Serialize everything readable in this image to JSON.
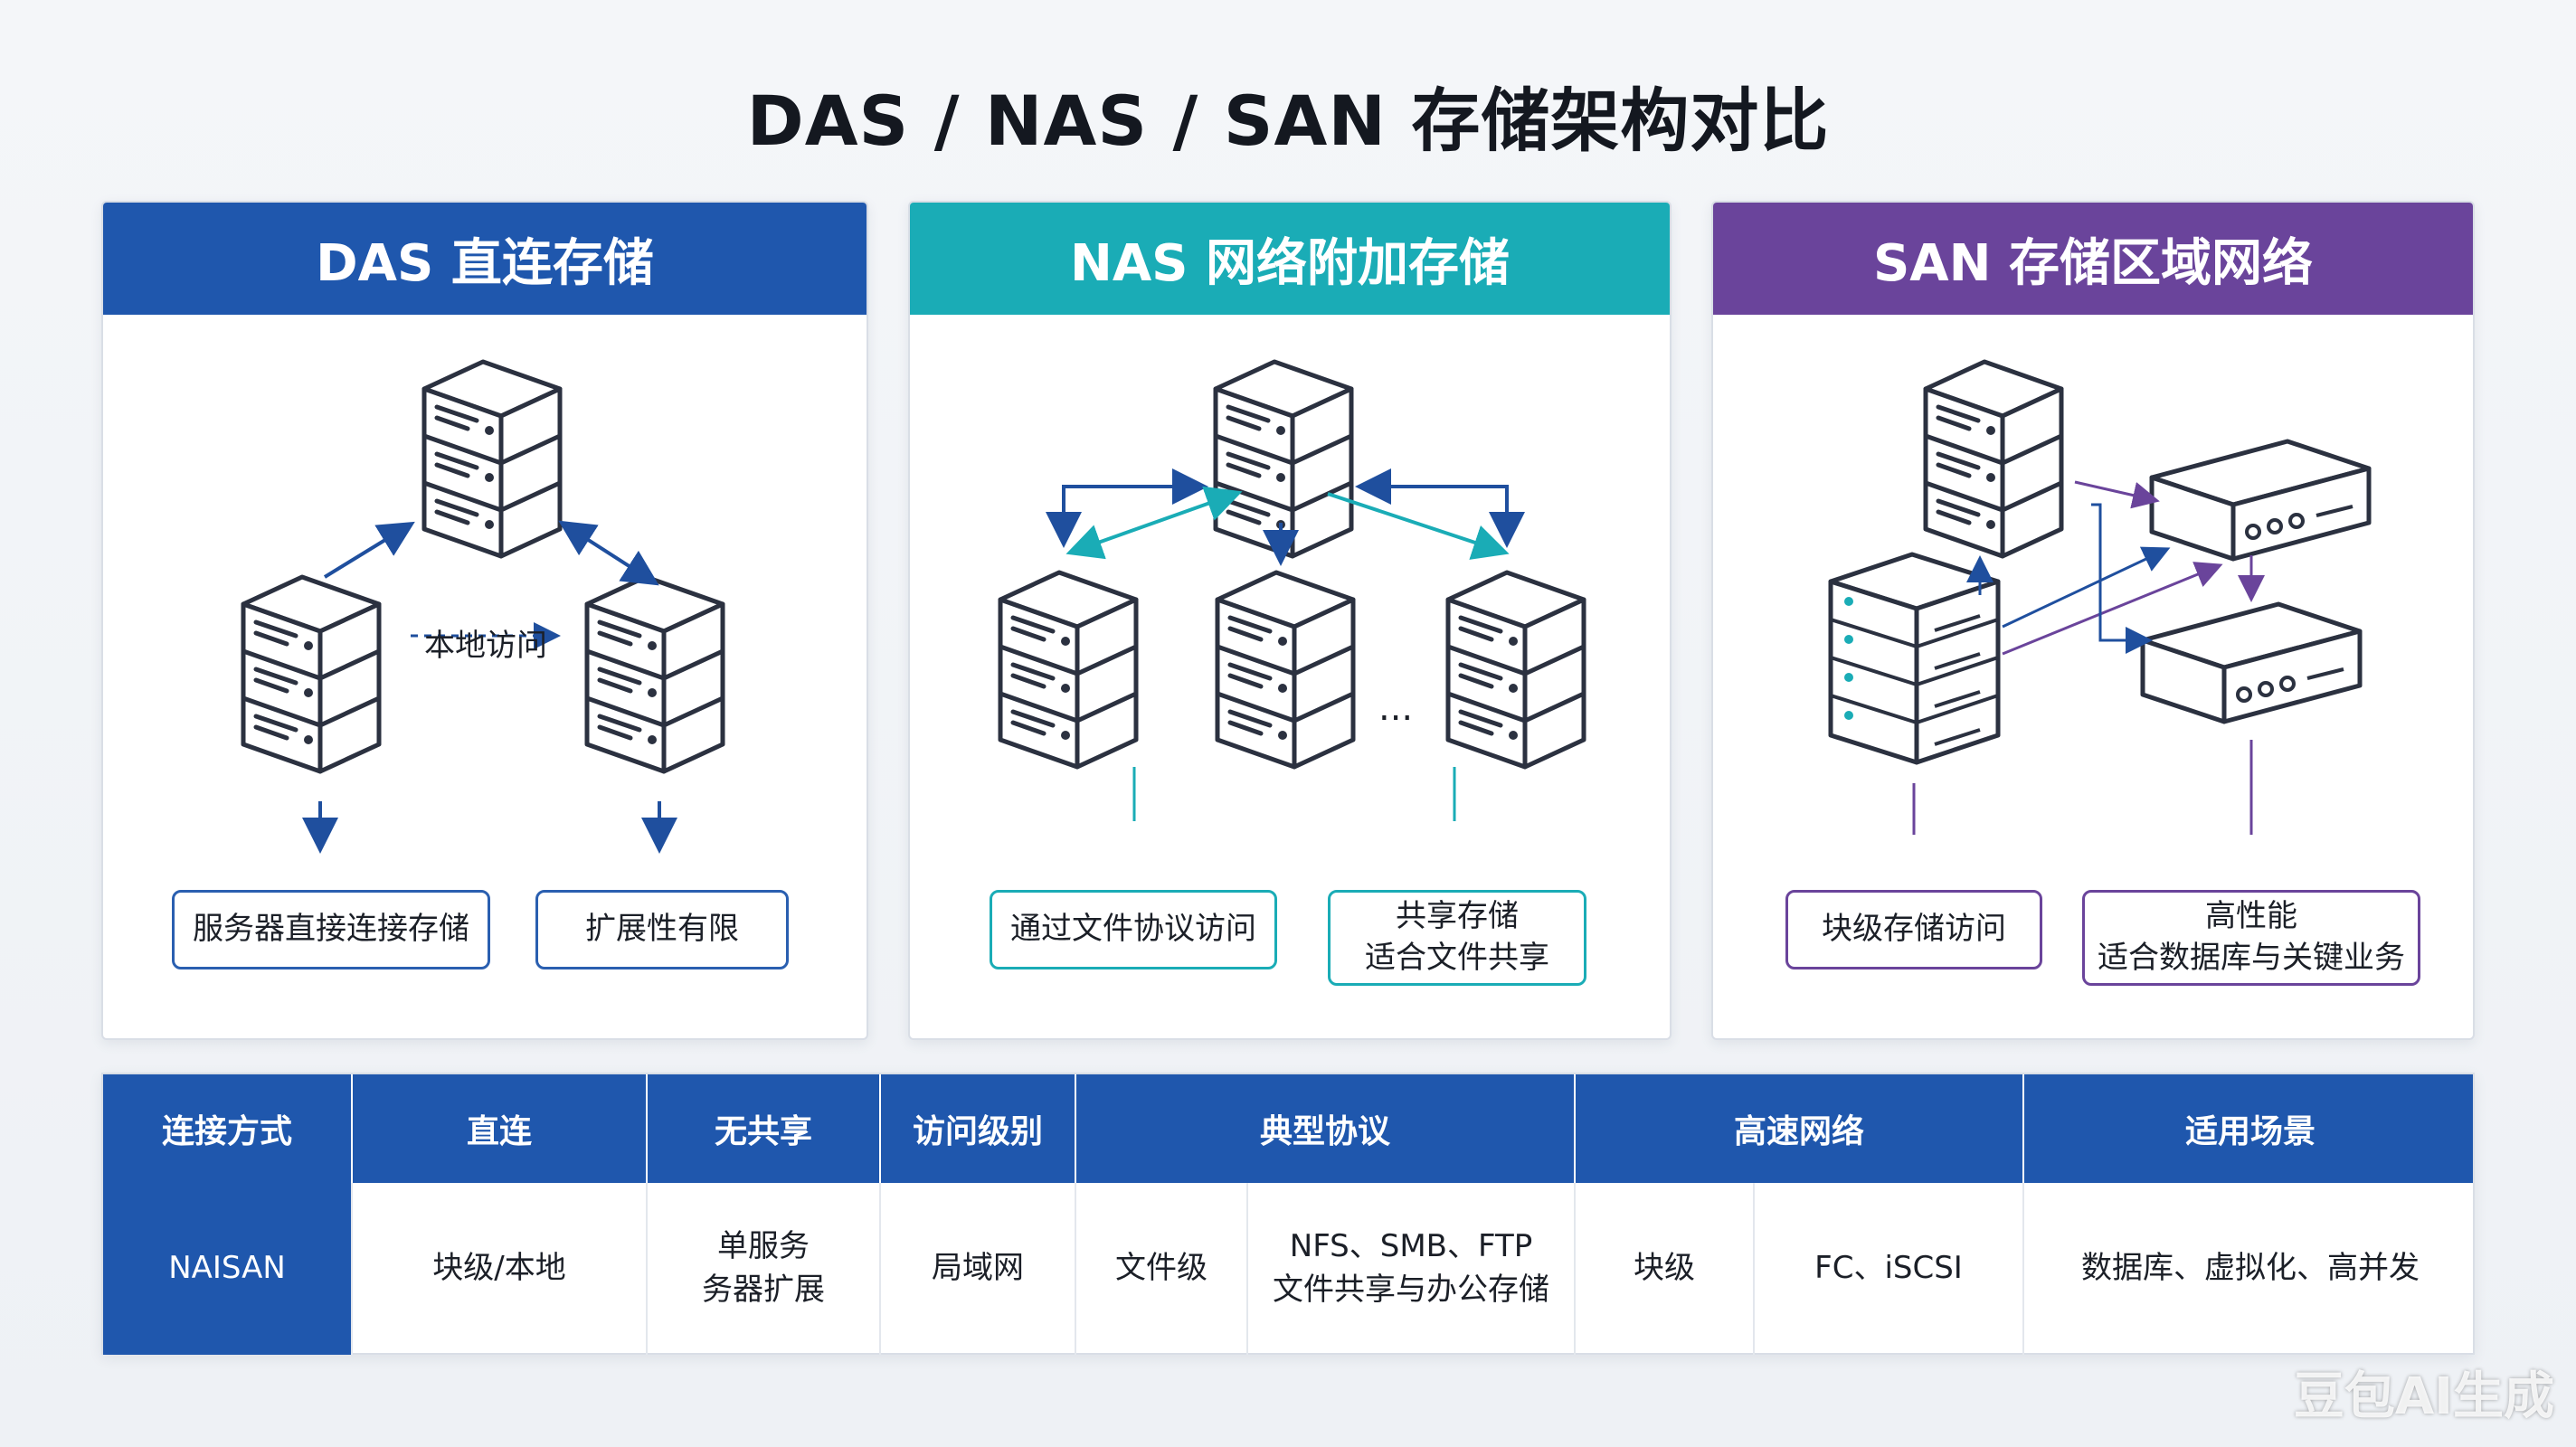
{
  "title": "DAS / NAS / SAN 存储架构对比",
  "das": {
    "header": "DAS 直连存储",
    "local_access": "本地访问",
    "box1": "服务器直接连接存储",
    "box2": "扩展性有限"
  },
  "nas": {
    "header": "NAS 网络附加存储",
    "ellipsis": "...",
    "box1": "通过文件协议访问",
    "box2_line1": "共享存储",
    "box2_line2": "适合文件共享"
  },
  "san": {
    "header": "SAN 存储区域网络",
    "box1": "块级存储访问",
    "box2_line1": "高性能",
    "box2_line2": "适合数据库与关键业务"
  },
  "table": {
    "headers": [
      "连接方式",
      "直连",
      "无共享",
      "访问级别",
      "典型协议",
      "高速网络",
      "适用场景"
    ],
    "row": {
      "c0": "NAISAN",
      "c1": "块级/本地",
      "c2_line1": "单服务",
      "c2_line2": "务器扩展",
      "c3": "局域网",
      "c4": "文件级",
      "c5_line1": "NFS、SMB、FTP",
      "c5_line2": "文件共享与办公存储",
      "c6": "块级",
      "c7": "FC、iSCSI",
      "c8": "数据库、虚拟化、高并发"
    }
  },
  "watermark": "豆包AI生成",
  "colors": {
    "das": "#1f57ad",
    "nas": "#1aacb6",
    "san": "#6a449b"
  }
}
